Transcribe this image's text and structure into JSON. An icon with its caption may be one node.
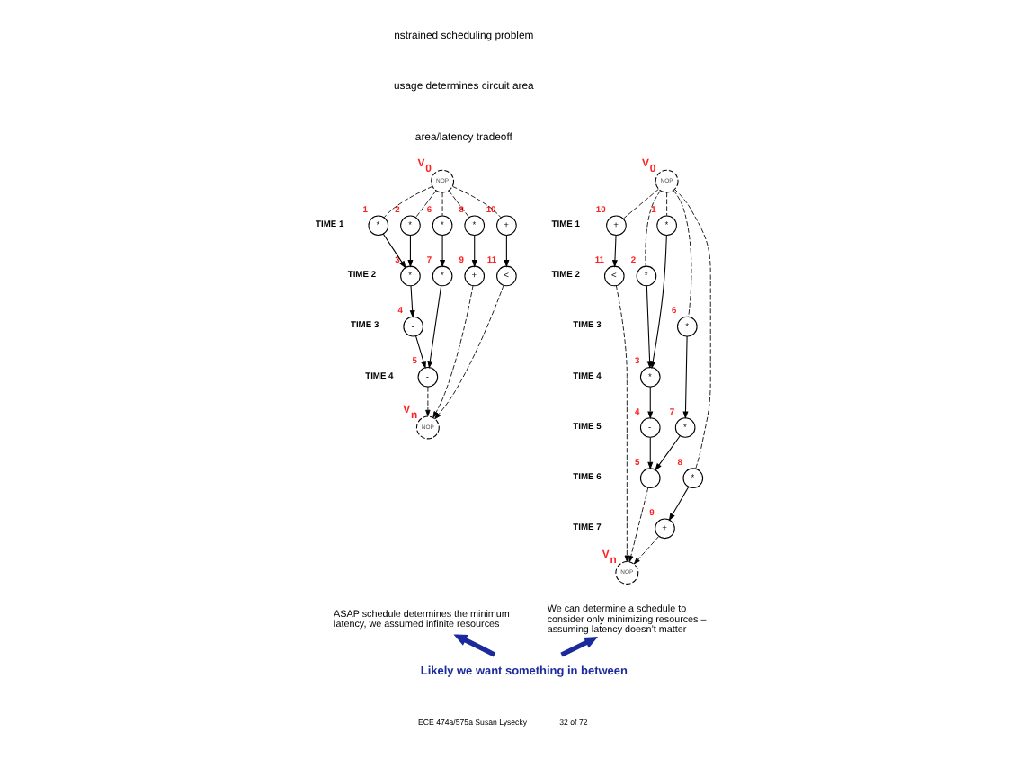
{
  "diagram": {
    "nodes": [
      {
        "text": [
          "NOP"
        ],
        "beside": [
          "V$_{0}$"
        ]
      },
      {
        "text": [
          "*"
        ],
        "beside": [
          "1"
        ]
      },
      {
        "text": [
          "*"
        ],
        "beside": [
          "2"
        ]
      },
      {
        "text": [
          "*"
        ],
        "beside": [
          "3"
        ]
      },
      {
        "text": [
          "-"
        ],
        "beside": [
          "4"
        ]
      },
      {
        "text": [
          "-"
        ],
        "beside": [
          "5"
        ]
      },
      {
        "text": [
          "*"
        ],
        "beside": [
          "6"
        ]
      },
      {
        "text": [
          "*"
        ],
        "beside": [
          "7"
        ]
      },
      {
        "text": [
          "*"
        ],
        "beside": [
          "8"
        ]
      },
      {
        "text": [
          "+"
        ],
        "beside": [
          "9"
        ]
      },
      {
        "text": [
          "+"
        ],
        "beside": [
          "10"
        ]
      },
      {
        "text": [
          "<"
        ],
        "beside": [
          "11"
        ]
      },
      {
        "text": [
          "NOP"
        ],
        "beside": [
          "V$_{n}$"
        ]
      },
      {
        "text": [
          "NOP"
        ],
        "beside": [
          "V$_{0}$"
        ]
      },
      {
        "text": [
          "*"
        ],
        "beside": [
          "1"
        ]
      },
      {
        "text": [
          "*"
        ],
        "beside": [
          "2"
        ]
      },
      {
        "text": [
          "*"
        ],
        "beside": [
          "3"
        ]
      },
      {
        "text": [
          "-"
        ],
        "beside": [
          "4"
        ]
      },
      {
        "text": [
          "-"
        ],
        "beside": [
          "5"
        ]
      },
      {
        "text": [
          "*"
        ],
        "beside": [
          "6"
        ]
      },
      {
        "text": [
          "*"
        ],
        "beside": [
          "7"
        ]
      },
      {
        "text": [
          "*"
        ],
        "beside": [
          "8"
        ]
      },
      {
        "text": [
          "+"
        ],
        "beside": [
          "9"
        ]
      },
      {
        "text": [
          "+"
        ],
        "beside": [
          "10"
        ]
      },
      {
        "text": [
          "<"
        ],
        "beside": [
          "11"
        ]
      },
      {
        "text": [
          "NOP"
        ],
        "beside": [
          "V$_{n}$"
        ]
      },
      {
        "text": [
          "ASAP schedule determines the minimum latency, we assumed infinite resources"
        ]
      },
      {
        "text": [
          "We can determine a schedule to consider only minimizing resources – assuming latency doesn’t matter"
        ]
      },
      {
        "text": [
          "Likely we want something in between"
        ]
      }
    ],
    "edges": [
      {
        "from": 0,
        "to": 1,
        "arrow": "none",
        "style": "dashed"
      },
      {
        "from": 0,
        "to": 2,
        "arrow": "none",
        "style": "dashed"
      },
      {
        "from": 0,
        "to": 6,
        "arrow": "none",
        "style": "dashed"
      },
      {
        "from": 0,
        "to": 8,
        "arrow": "none",
        "style": "dashed"
      },
      {
        "from": 0,
        "to": 10,
        "arrow": "none",
        "style": "dashed"
      },
      {
        "from": 1,
        "to": 3,
        "arrow": "to"
      },
      {
        "from": 2,
        "to": 3,
        "arrow": "to"
      },
      {
        "from": 6,
        "to": 7,
        "arrow": "to"
      },
      {
        "from": 8,
        "to": 9,
        "arrow": "to"
      },
      {
        "from": 10,
        "to": 11,
        "arrow": "to"
      },
      {
        "from": 3,
        "to": 4,
        "arrow": "to"
      },
      {
        "from": 7,
        "to": 5,
        "arrow": "to"
      },
      {
        "from": 4,
        "to": 5,
        "arrow": "to"
      },
      {
        "from": 5,
        "to": 12,
        "arrow": "to",
        "style": "dashed"
      },
      {
        "from": 9,
        "to": 12,
        "arrow": "to",
        "style": "dashed"
      },
      {
        "from": 11,
        "to": 12,
        "arrow": "to",
        "style": "dashed"
      },
      {
        "from": 13,
        "to": 14,
        "arrow": "none",
        "style": "dashed"
      },
      {
        "from": 13,
        "to": 15,
        "arrow": "none",
        "style": "dashed"
      },
      {
        "from": 13,
        "to": 19,
        "arrow": "none",
        "style": "dashed"
      },
      {
        "from": 13,
        "to": 21,
        "arrow": "none",
        "style": "dashed"
      },
      {
        "from": 13,
        "to": 23,
        "arrow": "none",
        "style": "dashed"
      },
      {
        "from": 23,
        "to": 24,
        "arrow": "to"
      },
      {
        "from": 14,
        "to": 16,
        "arrow": "to"
      },
      {
        "from": 15,
        "to": 16,
        "arrow": "to"
      },
      {
        "from": 16,
        "to": 17,
        "arrow": "to"
      },
      {
        "from": 19,
        "to": 20,
        "arrow": "to"
      },
      {
        "from": 17,
        "to": 18,
        "arrow": "to"
      },
      {
        "from": 20,
        "to": 18,
        "arrow": "to"
      },
      {
        "from": 21,
        "to": 22,
        "arrow": "to"
      },
      {
        "from": 18,
        "to": 25,
        "arrow": "to",
        "style": "dashed"
      },
      {
        "from": 22,
        "to": 25,
        "arrow": "to",
        "style": "dashed"
      },
      {
        "from": 24,
        "to": 25,
        "arrow": "to",
        "style": "dashed"
      },
      {
        "from": 28,
        "to": 26,
        "arrow": "to",
        "style": "thick",
        "color": "#1a2a9c"
      },
      {
        "from": 28,
        "to": 27,
        "arrow": "to",
        "style": "thick",
        "color": "#1a2a9c"
      }
    ],
    "labels": [
      "nstrained scheduling problem",
      "usage determines circuit area",
      "area/latency tradeoff",
      "TIME 1",
      "TIME 2",
      "TIME 3",
      "TIME 4",
      "TIME 1",
      "TIME 2",
      "TIME 3",
      "TIME 4",
      "TIME 5",
      "TIME 6",
      "TIME 7",
      "ECE 474a/575a Susan Lysecky",
      "32 of 72"
    ]
  }
}
